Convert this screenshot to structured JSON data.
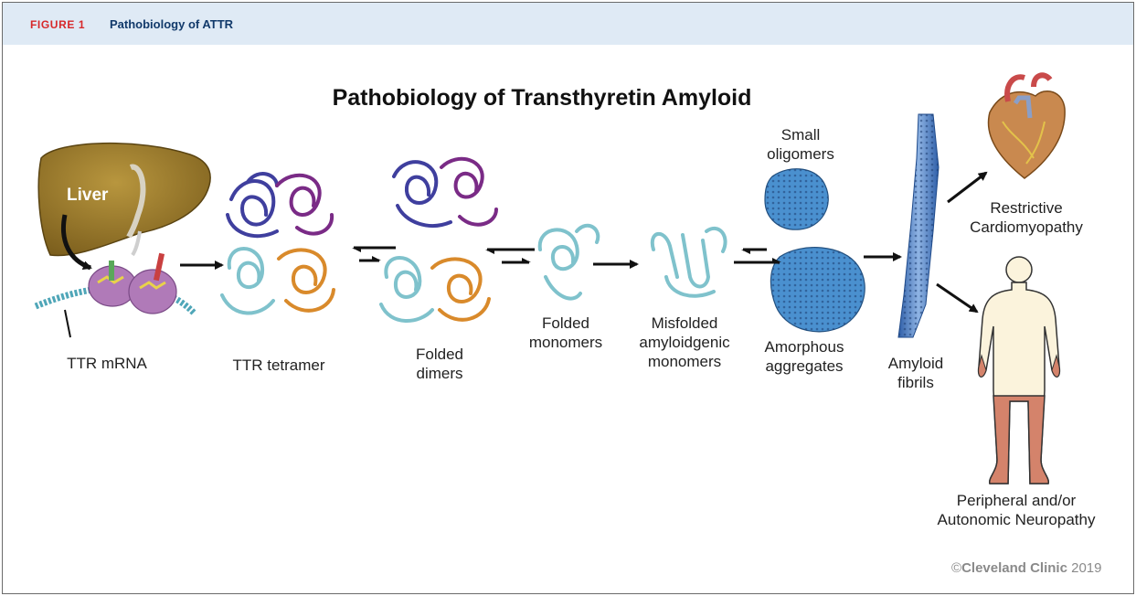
{
  "header": {
    "figure_label": "FIGURE 1",
    "figure_title": "Pathobiology of ATTR"
  },
  "diagram": {
    "title": "Pathobiology of Transthyretin Amyloid",
    "liver_label": "Liver",
    "stages": {
      "ttr_mrna": "TTR mRNA",
      "ttr_tetramer": "TTR tetramer",
      "folded_dimers": "Folded\ndimers",
      "folded_monomers": "Folded\nmonomers",
      "misfolded_monomers": "Misfolded\namyloidgenic\nmonomers",
      "small_oligomers": "Small\noligomers",
      "amorphous_aggregates": "Amorphous\naggregates",
      "amyloid_fibrils": "Amyloid\nfibrils"
    },
    "outcomes": {
      "cardiomyopathy": "Restrictive\nCardiomyopathy",
      "neuropathy": "Peripheral and/or\nAutonomic Neuropathy"
    }
  },
  "copyright": {
    "symbol": "©",
    "brand": "Cleveland Clinic",
    "year": "2019"
  },
  "colors": {
    "header_bg": "#dfeaf5",
    "figure_label": "#d7282a",
    "figure_title": "#123a6b",
    "liver": "#9a7a2a",
    "protein_blue": "#3f3f9e",
    "protein_purple": "#7a2b86",
    "protein_cyan": "#7fc2cc",
    "protein_orange": "#d98a2b",
    "aggregate_blue": "#4a90cf",
    "heart": "#c9894f",
    "body_skin": "#fbf3dc",
    "body_affected": "#d4836b"
  }
}
